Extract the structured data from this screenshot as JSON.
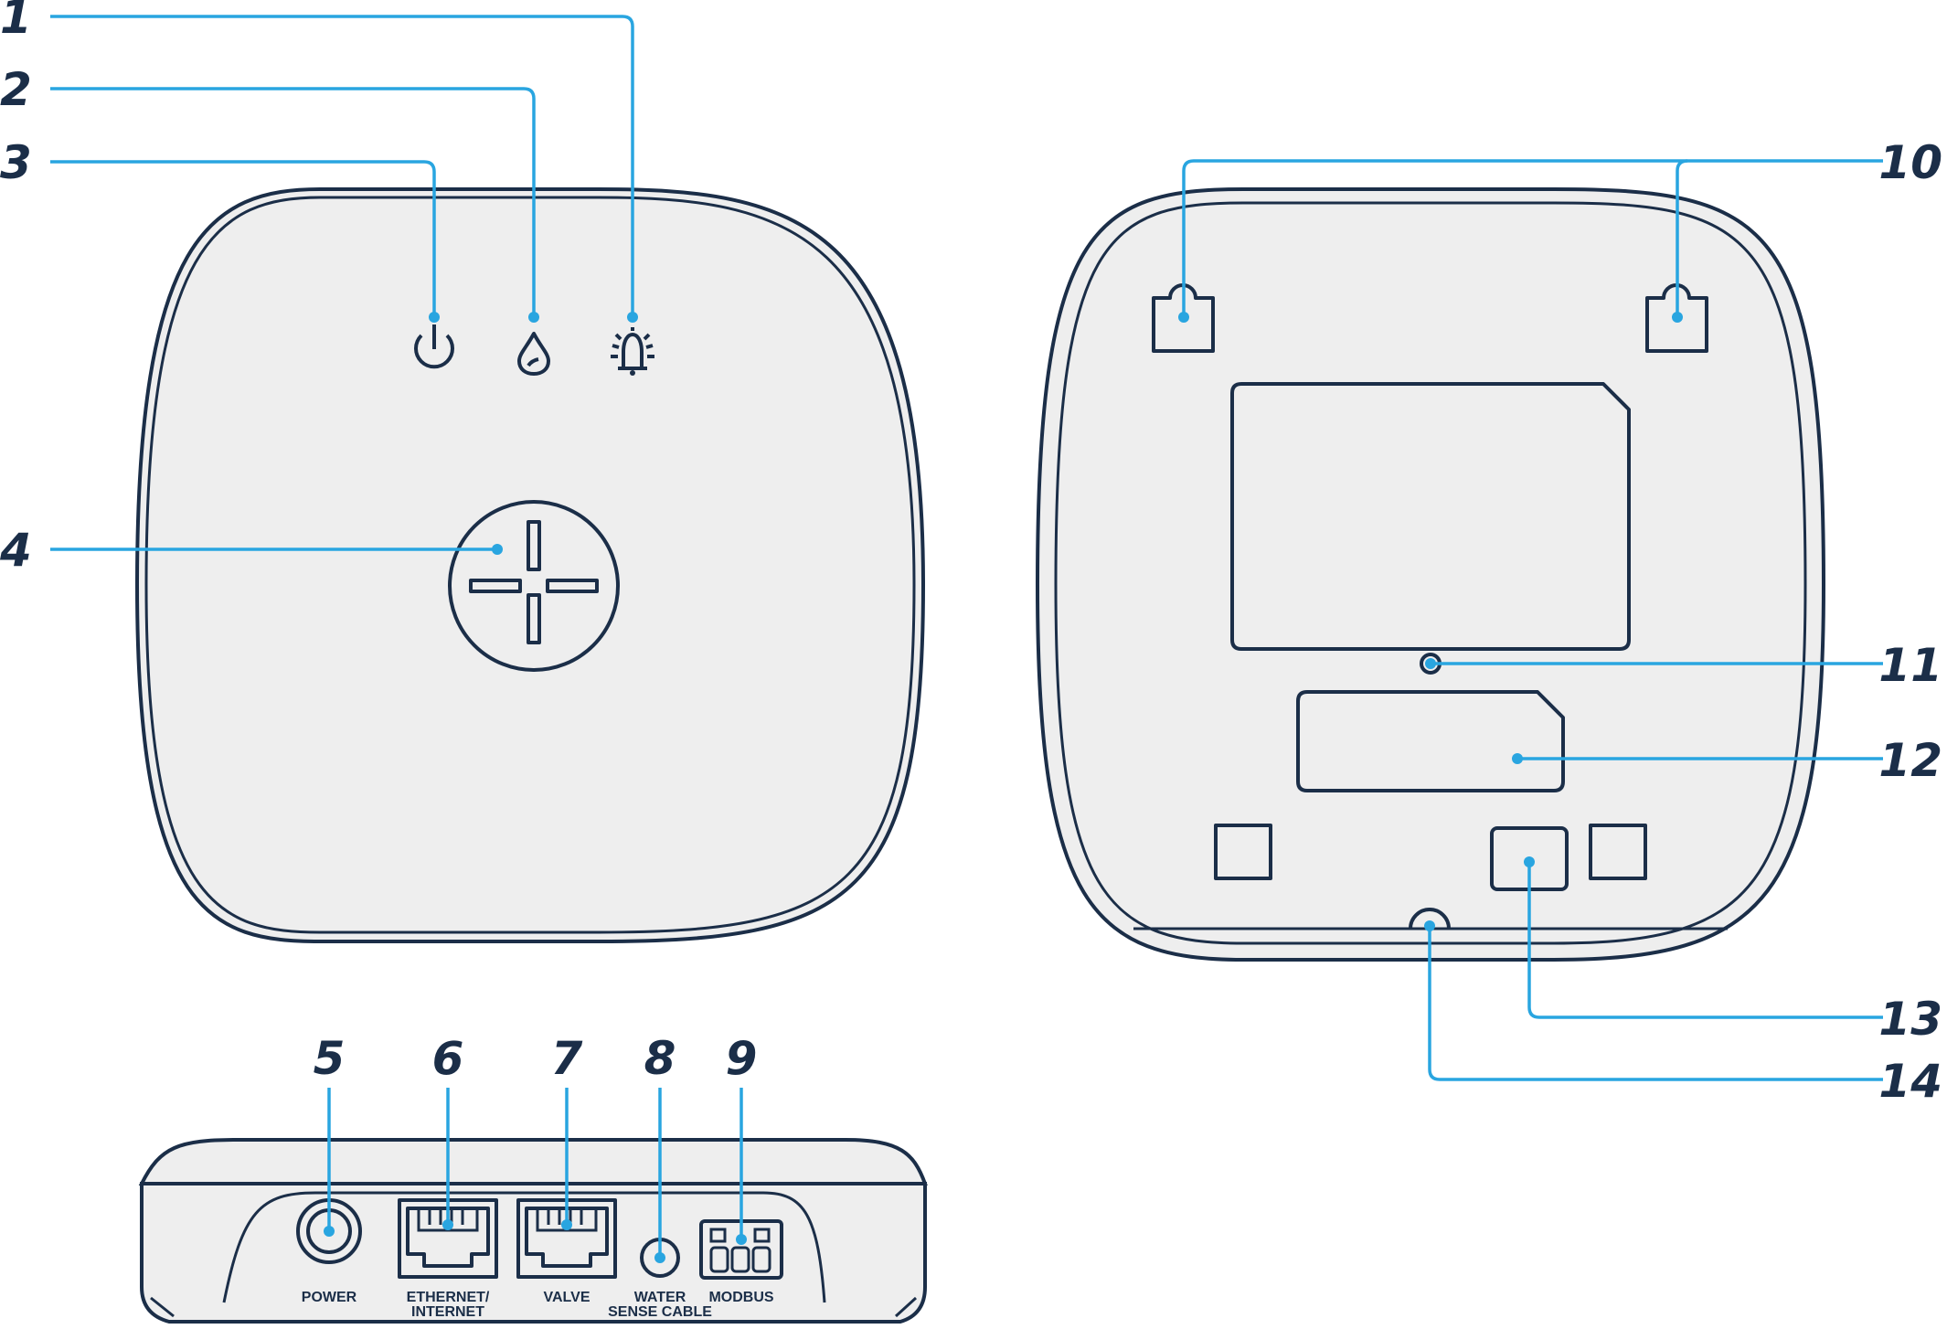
{
  "callouts": {
    "c1": "1",
    "c2": "2",
    "c3": "3",
    "c4": "4",
    "c5": "5",
    "c6": "6",
    "c7": "7",
    "c8": "8",
    "c9": "9",
    "c10": "10",
    "c11": "11",
    "c12": "12",
    "c13": "13",
    "c14": "14"
  },
  "ports": {
    "power": "POWER",
    "ethernet_line1": "ETHERNET/",
    "ethernet_line2": "INTERNET",
    "valve": "VALVE",
    "water_line1": "WATER",
    "water_line2": "SENSE CABLE",
    "modbus": "MODBUS"
  },
  "colors": {
    "outline": "#1b2e48",
    "callout": "#29a5e0",
    "device_fill": "#eeeeee"
  },
  "icons": [
    "power-icon",
    "water-drop-icon",
    "alarm-bell-icon",
    "plus-button-icon"
  ]
}
